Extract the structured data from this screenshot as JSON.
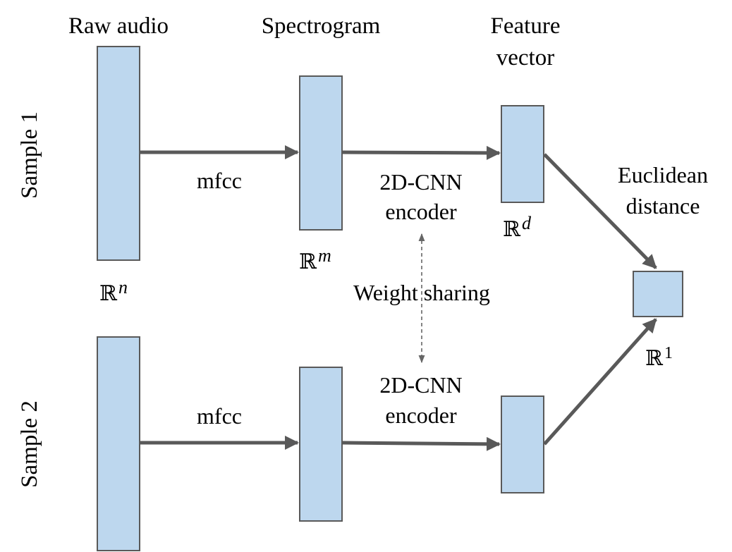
{
  "headers": {
    "raw_audio": "Raw audio",
    "spectrogram": "Spectrogram",
    "feature_line1": "Feature",
    "feature_line2": "vector"
  },
  "rows": {
    "sample1": "Sample 1",
    "sample2": "Sample 2"
  },
  "ops": {
    "mfcc_top": "mfcc",
    "mfcc_bottom": "mfcc",
    "cnn_top_line1": "2D-CNN",
    "cnn_top_line2": "encoder",
    "cnn_bottom_line1": "2D-CNN",
    "cnn_bottom_line2": "encoder",
    "weight_sharing": "Weight sharing"
  },
  "distance": {
    "line1": "Euclidean",
    "line2": "distance"
  },
  "dims": {
    "base": "ℝ",
    "n": "n",
    "m": "m",
    "d": "d",
    "one": "1"
  },
  "colors": {
    "box_fill": "#bdd7ee",
    "box_stroke": "#595959",
    "arrow": "#595959"
  }
}
